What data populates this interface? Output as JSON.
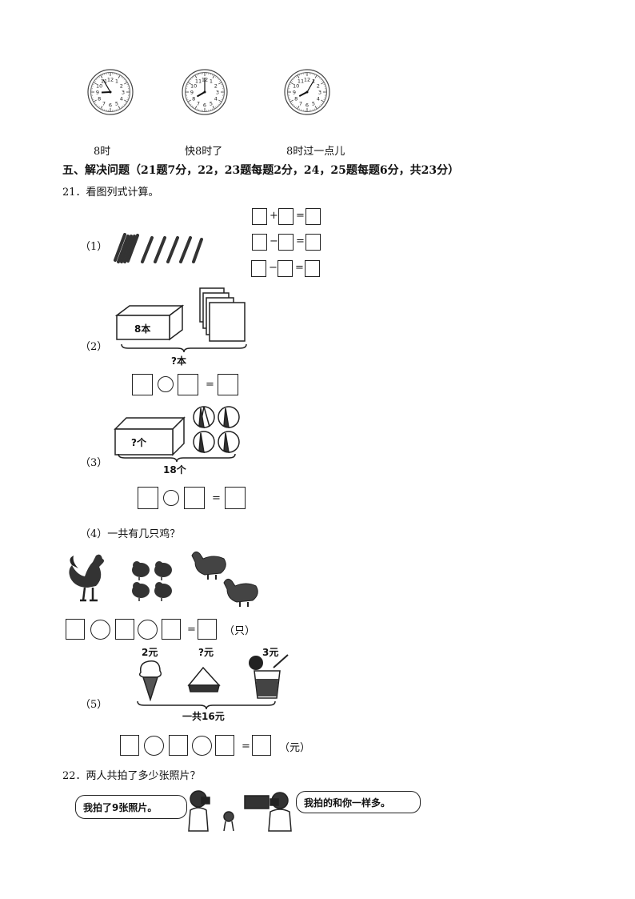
{
  "clocks": [
    {
      "label": "8时",
      "hour": 8,
      "minute": 55
    },
    {
      "label": "快8时了",
      "hour": 8,
      "minute": 0
    },
    {
      "label": "8时过一点儿",
      "hour": 8,
      "minute": 5
    }
  ],
  "section5": {
    "title": "五、解决问题（21题7分，22，23题每题2分，24，25题每题6分，共23分）"
  },
  "q21": {
    "heading": "21．看图列式计算。",
    "p1": {
      "num": "（1）",
      "ops": [
        "+",
        "−",
        "−"
      ],
      "eq": "="
    },
    "p2": {
      "num": "（2）",
      "box_label": "8本",
      "brace_label": "?本",
      "eq": "="
    },
    "p3": {
      "num": "（3）",
      "box_label": "?个",
      "brace_label": "18个",
      "eq": "="
    },
    "p4": {
      "text": "（4）一共有几只鸡？",
      "eq": "=",
      "unit": "（只）"
    },
    "p5": {
      "num": "（5）",
      "price1": "2元",
      "price2": "?元",
      "price3": "3元",
      "total": "一共16元",
      "eq": "=",
      "unit": "（元）"
    }
  },
  "q22": {
    "heading": "22．两人共拍了多少张照片？",
    "bubble_left": "我拍了9张照片。",
    "bubble_right": "我拍的和你一样多。"
  }
}
